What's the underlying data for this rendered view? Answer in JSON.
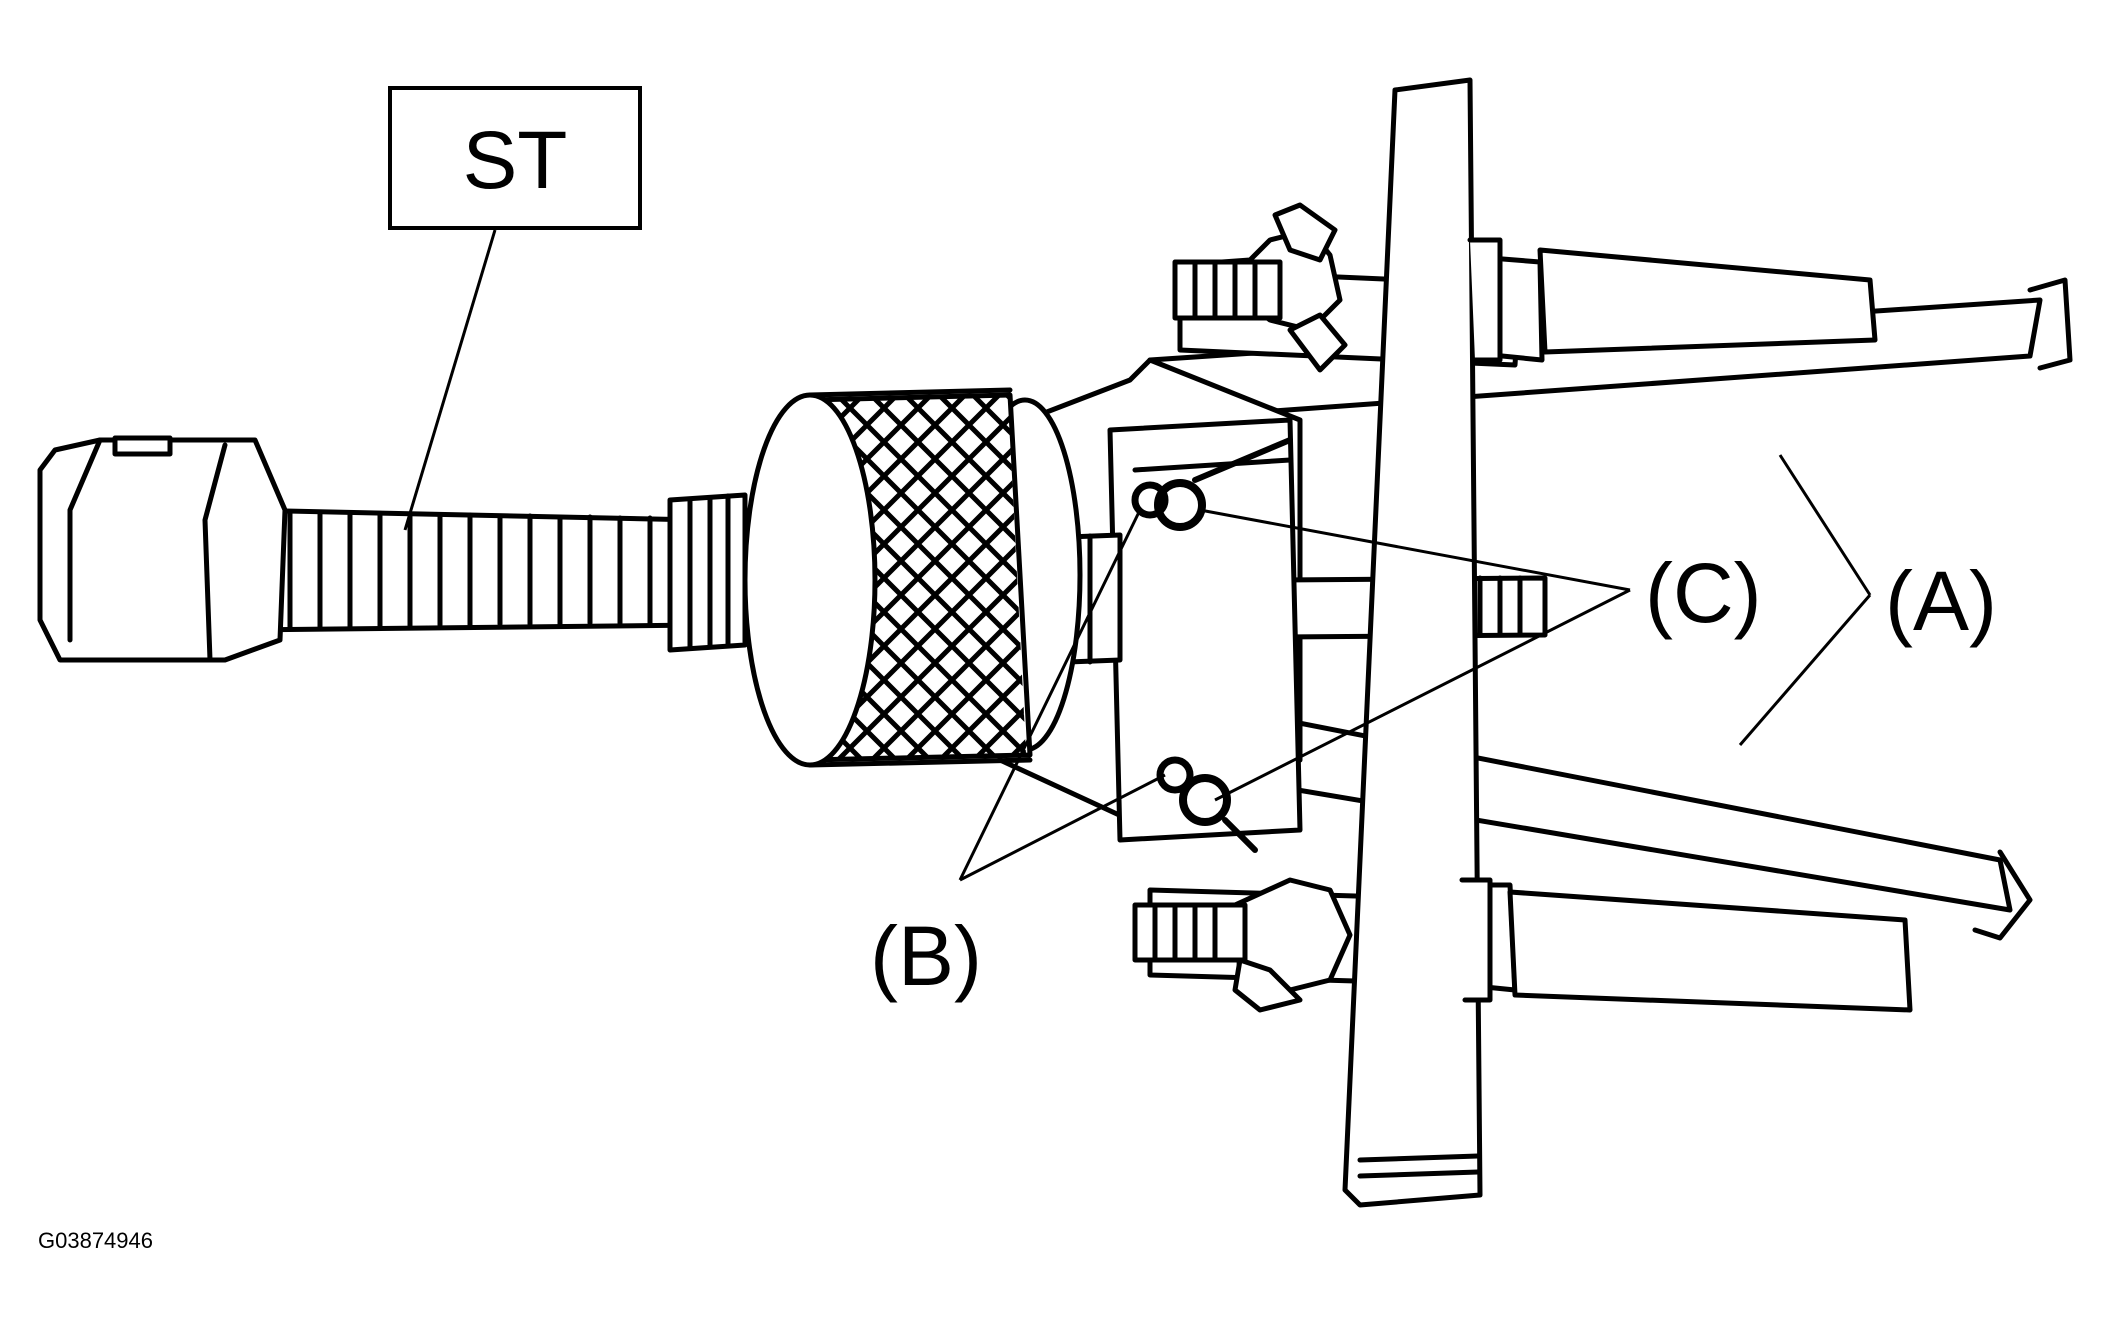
{
  "diagram": {
    "tool_label": "ST",
    "callouts": {
      "a": "(A)",
      "b": "(B)",
      "c": "(C)"
    },
    "figure_code": "G03874946"
  },
  "colors": {
    "ink": "#000000",
    "paper": "#ffffff"
  }
}
